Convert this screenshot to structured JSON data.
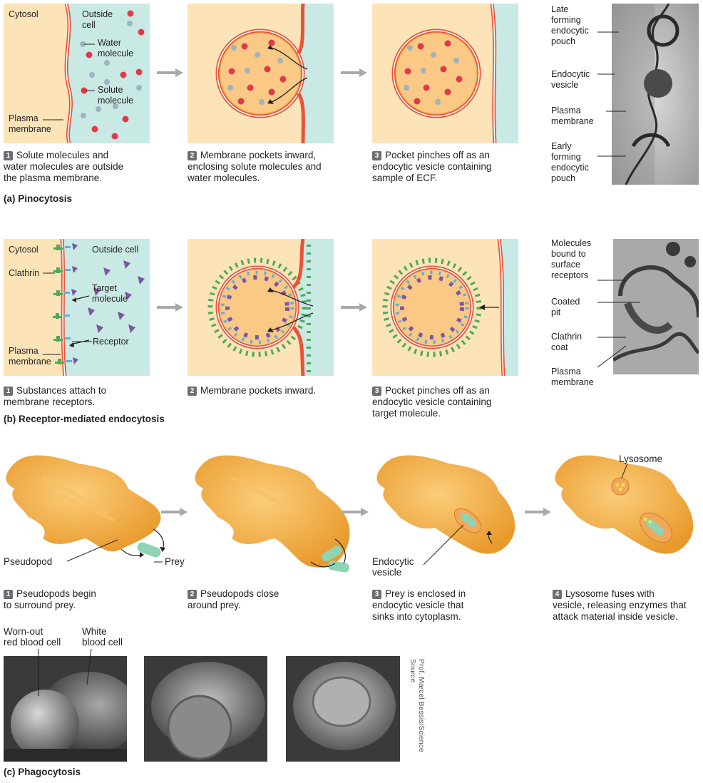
{
  "colors": {
    "cytosol": "#fde3b8",
    "outside": "#c9e9e4",
    "membrane": "#e8523b",
    "solute": "#e0394a",
    "water": "#9fb4bd",
    "receptor": "#5eb0db",
    "target": "#7b56a6",
    "clathrin": "#4cab5a",
    "arrow_gray": "#a7a9ac",
    "cell_body": "#f4b04a",
    "prey": "#8dd3b4"
  },
  "pinocytosis": {
    "labels": {
      "cytosol": "Cytosol",
      "outside_cell": "Outside\ncell",
      "water_molecule": "Water\nmolecule",
      "solute_molecule": "Solute\nmolecule",
      "plasma_membrane": "Plasma\nmembrane"
    },
    "step_numbers": [
      "1",
      "2",
      "3"
    ],
    "steps": [
      "Solute molecules and\nwater molecules are outside\nthe plasma membrane.",
      "Membrane pockets inward,\nenclosing solute molecules and\nwater molecules.",
      "Pocket pinches off as an\nendocytic vesicle containing\nsample of ECF."
    ],
    "micrograph_labels": {
      "late": "Late\nforming\nendocytic\npouch",
      "vesicle": "Endocytic\nvesicle",
      "membrane": "Plasma\nmembrane",
      "early": "Early\nforming\nendocytic\npouch"
    },
    "section_title": "(a)  Pinocytosis"
  },
  "receptor": {
    "labels": {
      "cytosol": "Cytosol",
      "outside_cell": "Outside cell",
      "clathrin": "Clathrin",
      "target_molecule": "Target\nmolecule",
      "receptor": "Receptor",
      "plasma_membrane": "Plasma\nmembrane"
    },
    "step_numbers": [
      "1",
      "2",
      "3"
    ],
    "steps": [
      "Substances attach to\nmembrane receptors.",
      "Membrane pockets inward.",
      "Pocket pinches off as an\nendocytic vesicle containing\ntarget molecule."
    ],
    "micrograph_labels": {
      "bound": "Molecules\nbound to\nsurface\nreceptors",
      "pit": "Coated\npit",
      "coat": "Clathrin\ncoat",
      "membrane": "Plasma\nmembrane"
    },
    "section_title": "(b)  Receptor-mediated endocytosis"
  },
  "phagocytosis": {
    "labels": {
      "lysosome": "Lysosome",
      "pseudopod": "Pseudopod",
      "prey": "Prey",
      "endocytic_vesicle": "Endocytic\nvesicle"
    },
    "step_numbers": [
      "1",
      "2",
      "3",
      "4"
    ],
    "steps": [
      "Pseudopods begin\nto surround prey.",
      "Pseudopods close\naround prey.",
      "Prey is enclosed in\nendocytic vesicle that\nsinks into cytoplasm.",
      "Lysosome fuses with\nvesicle, releasing enzymes that\nattack material inside vesicle."
    ],
    "photo_labels": {
      "rbc": "Worn-out\nred blood cell",
      "wbc": "White\nblood cell"
    },
    "credit": "Prof. Marcel Bessis/Science\nSource",
    "section_title": "(c)  Phagocytosis"
  }
}
